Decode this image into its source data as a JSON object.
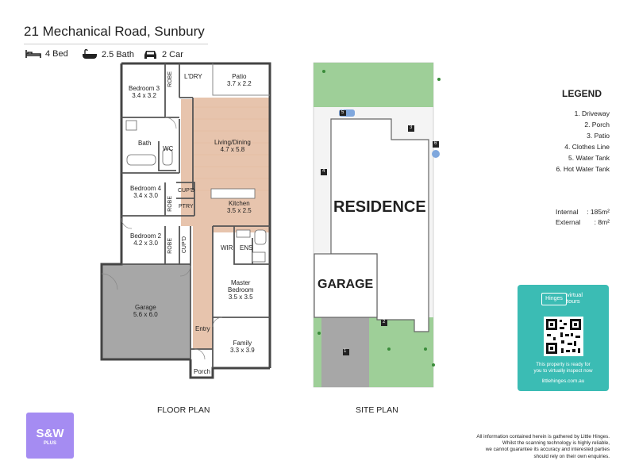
{
  "address": "21 Mechanical Road, Sunbury",
  "features": [
    {
      "icon": "bed-icon",
      "label": "4 Bed"
    },
    {
      "icon": "bath-icon",
      "label": "2.5 Bath"
    },
    {
      "icon": "car-icon",
      "label": "2 Car"
    }
  ],
  "floor_plan": {
    "caption": "FLOOR PLAN",
    "rooms": {
      "bedroom3": {
        "name": "Bedroom 3",
        "size": "3.4 x 3.2"
      },
      "robe1": "ROBE",
      "ldry": "L'DRY",
      "patio": {
        "name": "Patio",
        "size": "3.7 x 2.2"
      },
      "bath": "Bath",
      "wc": "WC",
      "living": {
        "name": "Living/Dining",
        "size": "4.7 x 5.8"
      },
      "bedroom4": {
        "name": "Bedroom 4",
        "size": "3.4 x 3.0"
      },
      "robe2": "ROBE",
      "cupd1": "CUP'D",
      "ptry": "PTRY",
      "kitchen": {
        "name": "Kitchen",
        "size": "3.5 x 2.5"
      },
      "bedroom2": {
        "name": "Bedroom 2",
        "size": "4.2 x 3.0"
      },
      "robe3": "ROBE",
      "cupd2": "CUP'D",
      "wir": "WIR",
      "ens": "ENS",
      "garage": {
        "name": "Garage",
        "size": "5.6 x 6.0"
      },
      "master": {
        "name": "Master",
        "name2": "Bedroom",
        "size": "3.5 x 3.5"
      },
      "entry": "Entry",
      "family": {
        "name": "Family",
        "size": "3.3 x 3.9"
      },
      "porch": "Porch"
    }
  },
  "site_plan": {
    "caption": "SITE PLAN",
    "residence": "RESIDENCE",
    "garage": "GARAGE",
    "markers": [
      "1",
      "2",
      "3",
      "4",
      "5",
      "6"
    ]
  },
  "legend": {
    "title": "LEGEND",
    "items": [
      "1. Driveway",
      "2. Porch",
      "3. Patio",
      "4. Clothes Line",
      "5. Water Tank",
      "6. Hot Water Tank"
    ]
  },
  "areas": {
    "internal_label": "Internal",
    "internal_value": ": 185m²",
    "external_label": "External",
    "external_value": ": 8m²"
  },
  "tour_card": {
    "brand": "Hinges",
    "virtual": "virtual",
    "tours": "tours",
    "line1": "This property is ready for",
    "line2": "you to virtually inspect now",
    "url": "littlehinges.com.au"
  },
  "logo": {
    "main": "S&W",
    "sub": "PLUS"
  },
  "disclaimer": [
    "All information contained herein is gathered by Little Hinges.",
    "Whilst the scanning technology is highly reliable,",
    "we cannot guarantee its accuracy and interested parties",
    "should rely on their own enquiries."
  ],
  "colors": {
    "living_floor": "#e7c4ad",
    "garage_floor": "#a7a7a7",
    "tour_card": "#3bbcb4",
    "logo": "#a58cf2",
    "lawn": "#9ecf98"
  }
}
